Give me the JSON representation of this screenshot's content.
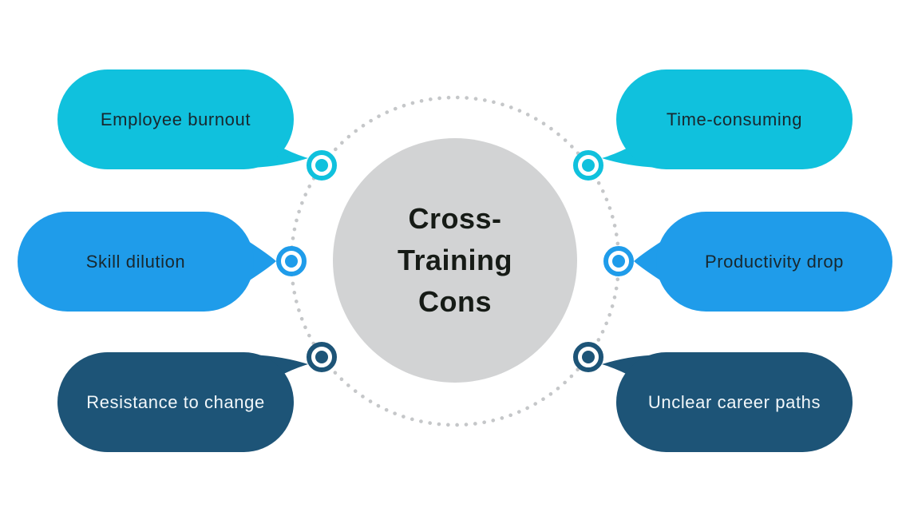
{
  "title": "Cross-Training Cons",
  "center": {
    "title_lines": [
      "Cross-",
      "Training",
      "Cons"
    ]
  },
  "bubbles": [
    {
      "id": "employee-burnout",
      "label": "Employee burnout",
      "position": "top-left",
      "color": "#10C1DD",
      "text_color": "#18282F"
    },
    {
      "id": "skill-dilution",
      "label": "Skill dilution",
      "position": "middle-left",
      "color": "#1F9CEA",
      "text_color": "#18282F"
    },
    {
      "id": "resistance-to-change",
      "label": "Resistance to change",
      "position": "bottom-left",
      "color": "#1D5477",
      "text_color": "#F2F7FA"
    },
    {
      "id": "time-consuming",
      "label": "Time-consuming",
      "position": "top-right",
      "color": "#10C1DD",
      "text_color": "#18282F"
    },
    {
      "id": "productivity-drop",
      "label": "Productivity drop",
      "position": "middle-right",
      "color": "#1F9CEA",
      "text_color": "#18282F"
    },
    {
      "id": "unclear-career-paths",
      "label": "Unclear career paths",
      "position": "bottom-right",
      "color": "#1D5477",
      "text_color": "#F2F7FA"
    }
  ],
  "colors": {
    "cyan": "#10C1DD",
    "blue": "#1F9CEA",
    "dark_blue": "#1D5477",
    "center_circle_gray": "#D2D3D4",
    "dotted_ring_gray": "#C5C7C9",
    "title_text": "#161B16",
    "bubble_text_dark": "#18282F",
    "bubble_text_light": "#F2F7FA"
  }
}
